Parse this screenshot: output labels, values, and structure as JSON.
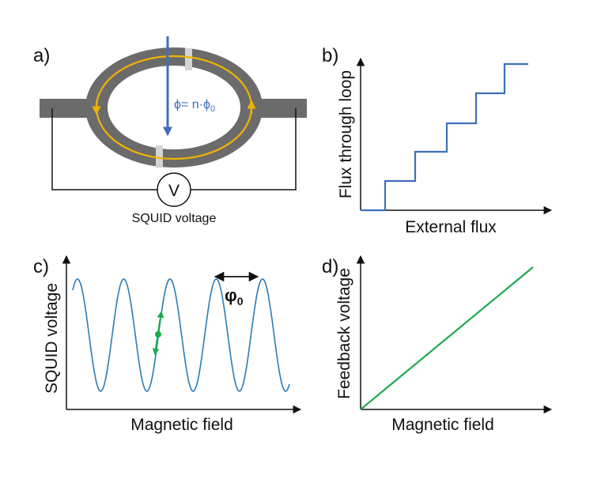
{
  "colors": {
    "gray": "#6b6b6b",
    "orange": "#f0b400",
    "blue": "#3e6fba",
    "sine": "#2b7bb4",
    "green": "#1daa4f",
    "black": "#111111"
  },
  "panel_a": {
    "label": "a)",
    "flux_text": "ϕ= n·ϕ",
    "flux_subscript": "0",
    "voltmeter_symbol": "V",
    "caption": "SQUID voltage"
  },
  "panel_b": {
    "label": "b)",
    "xlabel": "External flux",
    "ylabel": "Flux through loop"
  },
  "panel_c": {
    "label": "c)",
    "xlabel": "Magnetic field",
    "ylabel": "SQUID voltage",
    "period_symbol": "φ",
    "period_subscript": "0"
  },
  "panel_d": {
    "label": "d)",
    "xlabel": "Magnetic field",
    "ylabel": "Feedback voltage"
  }
}
